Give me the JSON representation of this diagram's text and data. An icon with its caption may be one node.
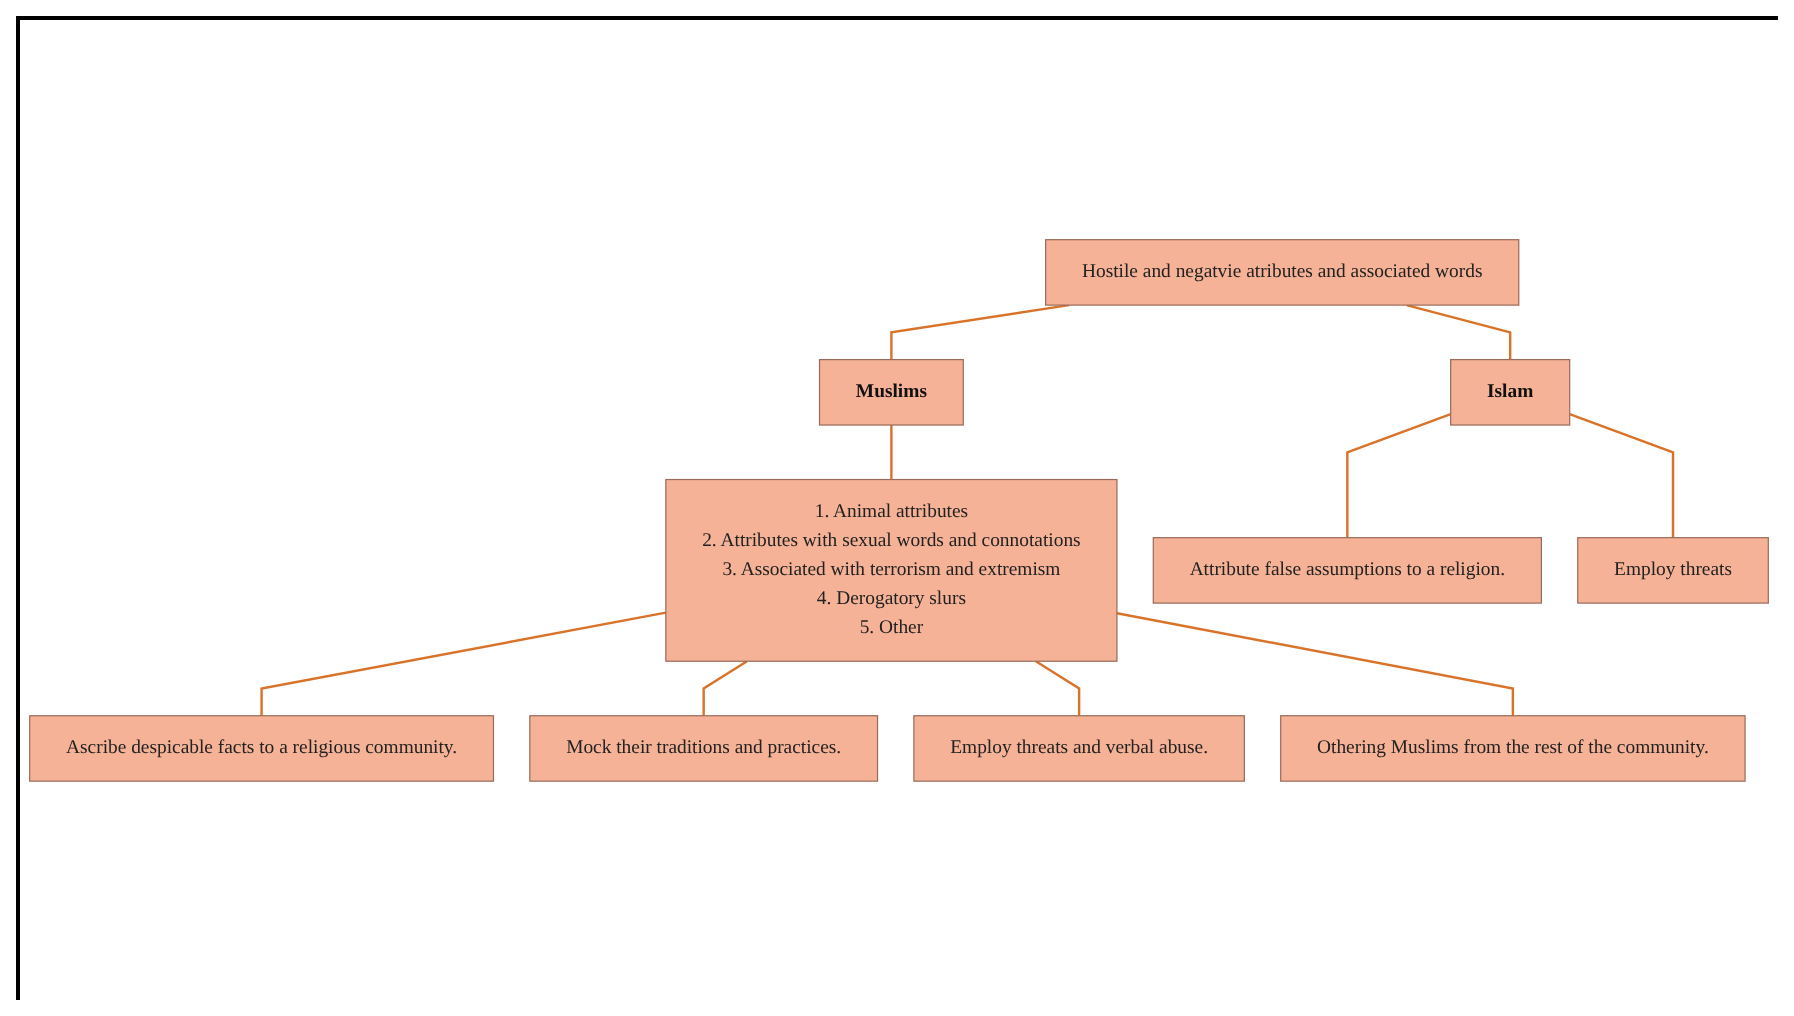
{
  "diagram": {
    "nodes": [
      {
        "text": [
          "Hostile and negatvie atributes and associated words"
        ]
      },
      {
        "text": [
          "Muslims"
        ]
      },
      {
        "text": [
          "Islam"
        ]
      },
      {
        "text": [
          "1. Animal attributes",
          "2. Attributes with sexual words and connotations",
          "3. Associated with terrorism and extremism",
          "4. Derogatory slurs",
          "5. Other"
        ]
      },
      {
        "text": [
          "Attribute false assumptions to a religion."
        ]
      },
      {
        "text": [
          "Employ threats"
        ]
      },
      {
        "text": [
          "Ascribe despicable facts to a religious community."
        ]
      },
      {
        "text": [
          "Mock their traditions and practices."
        ]
      },
      {
        "text": [
          "Employ threats and verbal abuse."
        ]
      },
      {
        "text": [
          "Othering Muslims from the rest of the community."
        ]
      }
    ],
    "edges": [
      {
        "from": 0,
        "to": 1,
        "arrow": "none"
      },
      {
        "from": 0,
        "to": 2,
        "arrow": "none"
      },
      {
        "from": 1,
        "to": 3,
        "arrow": "none"
      },
      {
        "from": 2,
        "to": 4,
        "arrow": "none"
      },
      {
        "from": 2,
        "to": 5,
        "arrow": "none"
      },
      {
        "from": 3,
        "to": 6,
        "arrow": "none"
      },
      {
        "from": 3,
        "to": 7,
        "arrow": "none"
      },
      {
        "from": 3,
        "to": 8,
        "arrow": "none"
      },
      {
        "from": 3,
        "to": 9,
        "arrow": "none"
      }
    ]
  }
}
